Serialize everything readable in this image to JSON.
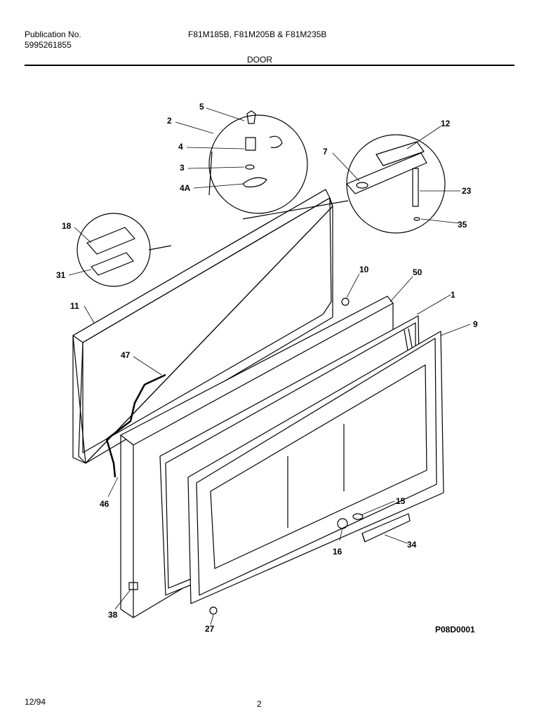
{
  "header": {
    "publication_label": "Publication No.",
    "publication_number": "5995261855",
    "models": "F81M185B, F81M205B & F81M235B",
    "section": "DOOR"
  },
  "diagram": {
    "code": "P08D0001",
    "callouts": [
      "5",
      "2",
      "4",
      "3",
      "4A",
      "12",
      "7",
      "23",
      "35",
      "18",
      "31",
      "10",
      "50",
      "1",
      "11",
      "9",
      "47",
      "46",
      "15",
      "16",
      "34",
      "38",
      "27"
    ]
  },
  "footer": {
    "date": "12/94",
    "page": "2"
  }
}
